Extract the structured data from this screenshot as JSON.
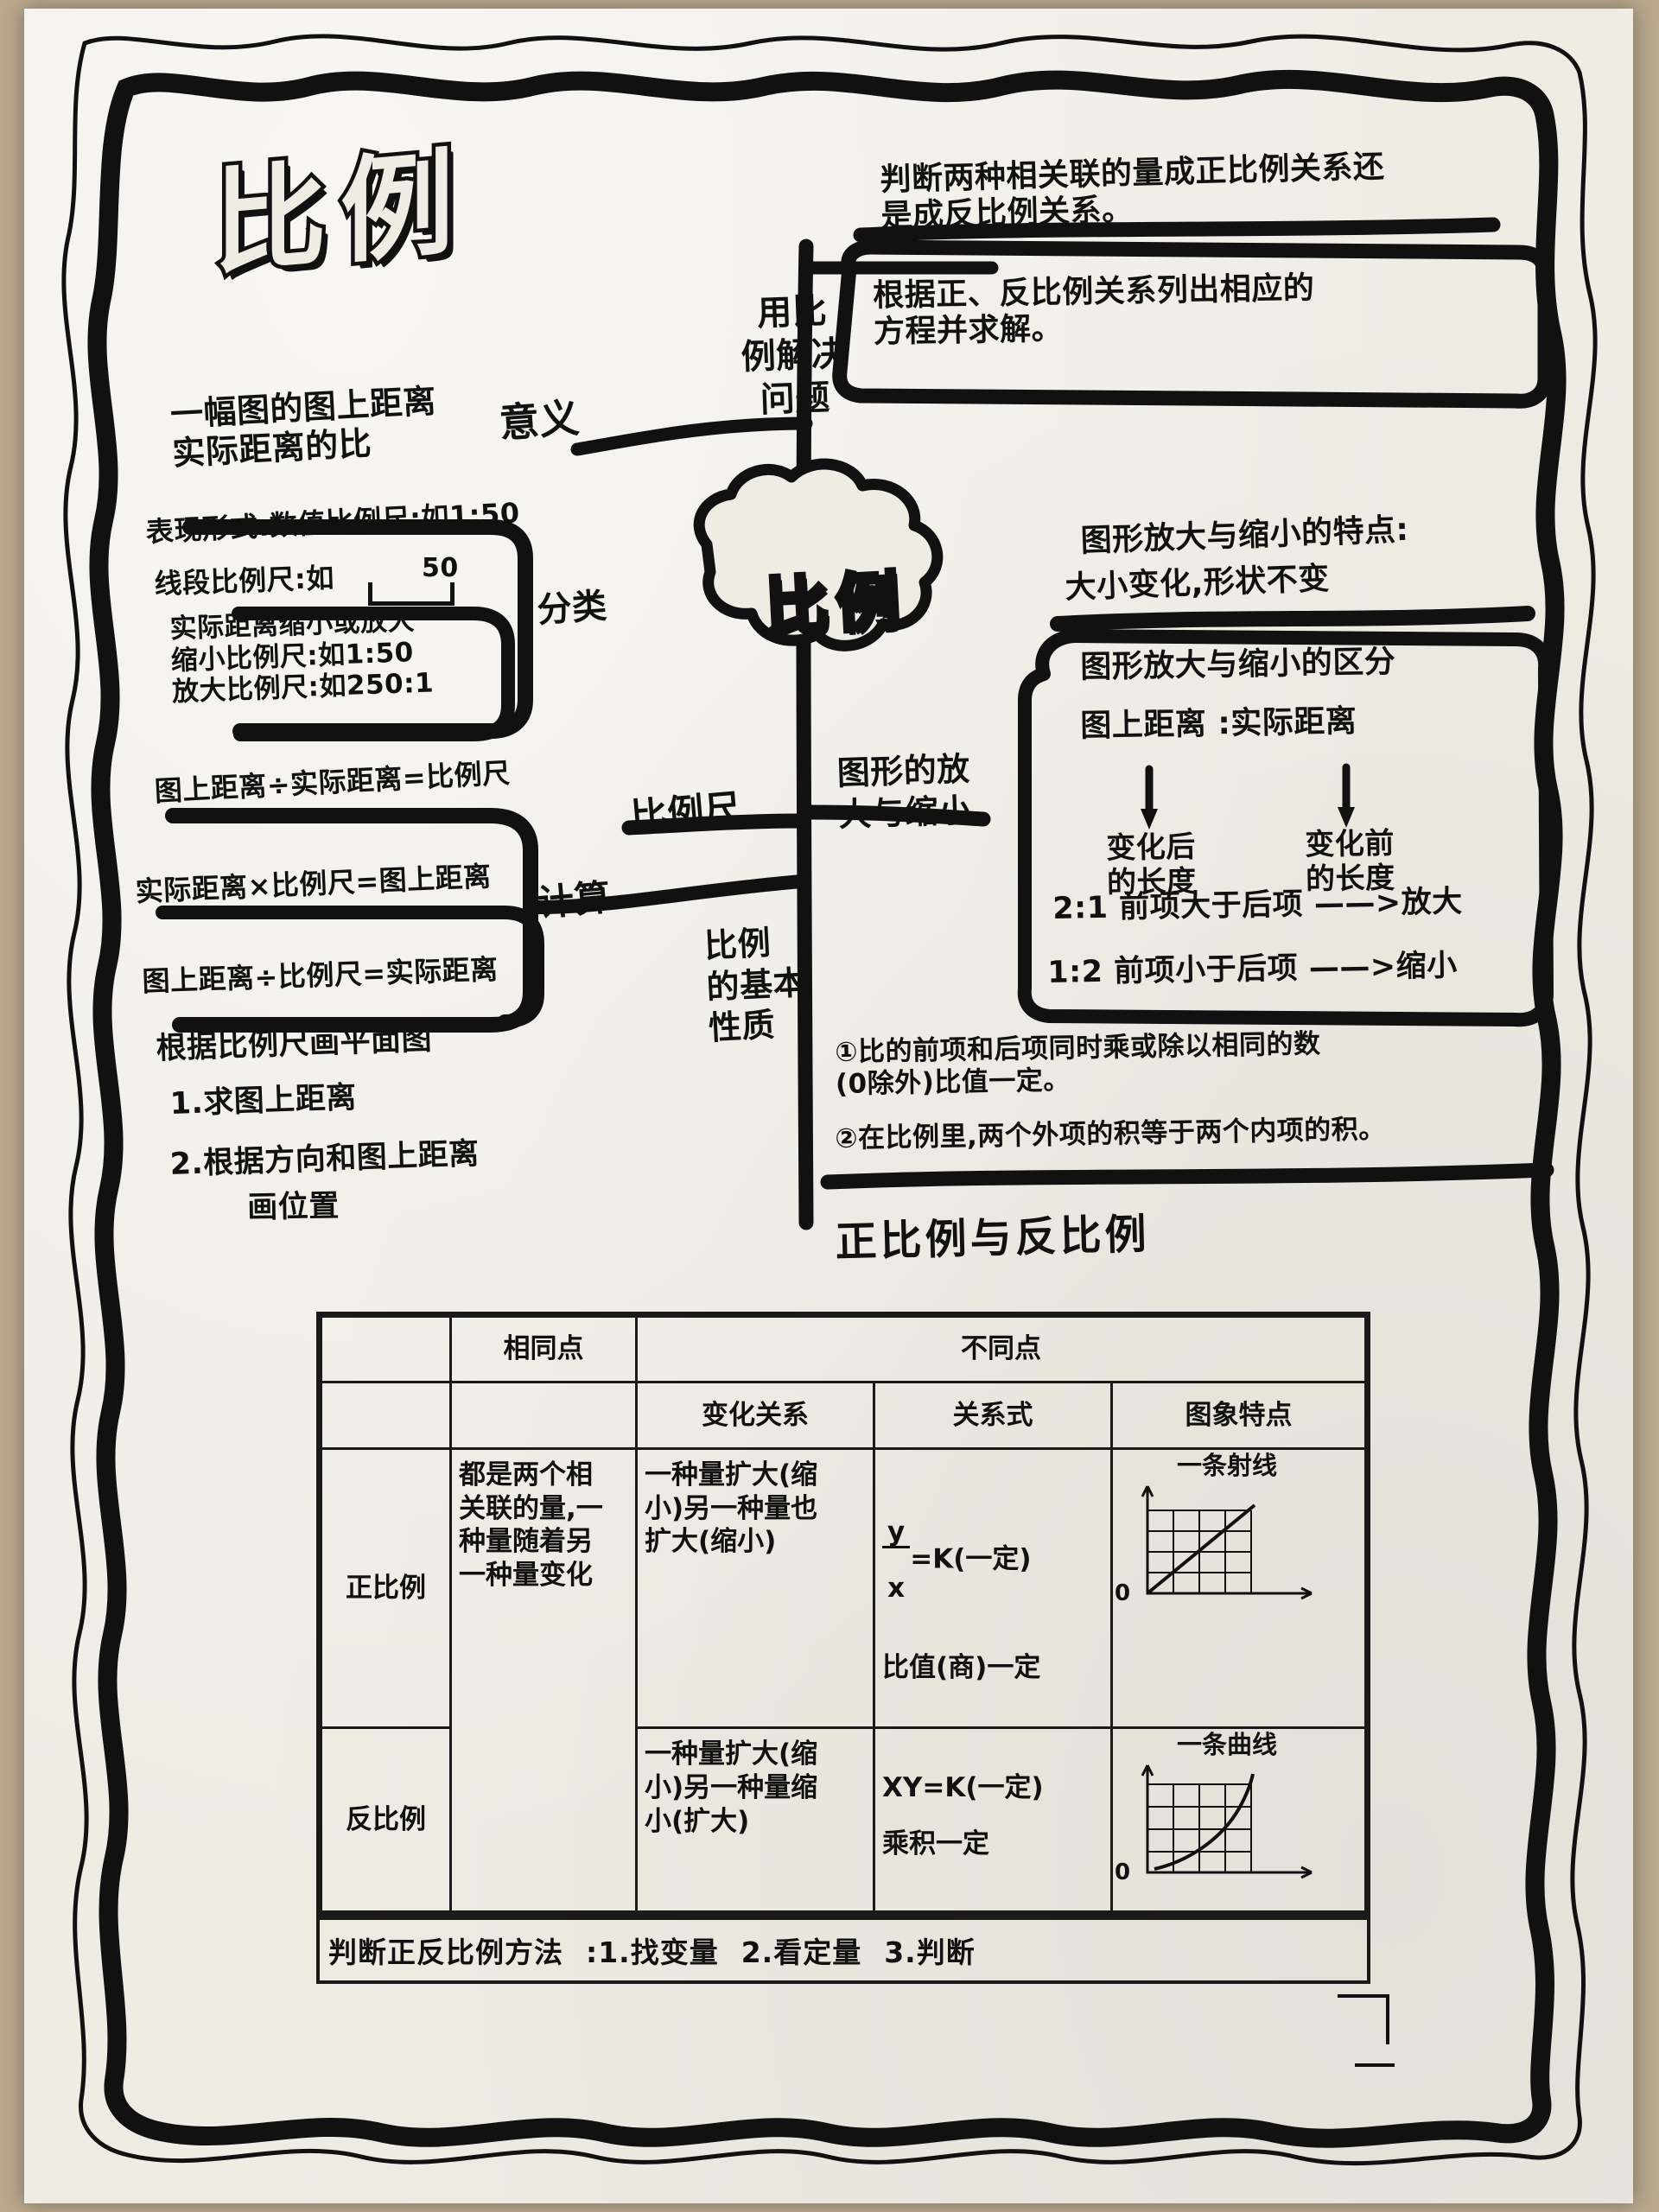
{
  "title": "比例",
  "center_node": "比例",
  "branches": {
    "yi_yi": "意义",
    "fen_lei": "分类",
    "ji_suan": "计算",
    "bi_li_chi": "比例尺",
    "yong_bi_li_jie_jue_wen_ti": "用比\n例解决\n问题",
    "tu_xing_fang_da_yu_suo_xiao": "图形的放\n大与缩小",
    "bi_li_de_ji_ben_xing_zhi": "比例\n的基本\n性质",
    "zheng_fan_bi_li": "正比例与反比例"
  },
  "left_column": {
    "meaning": "一幅图的图上距离\n实际距离的比",
    "forms": "表现形式:数值比例尺:如1:50",
    "forms_line2": "线段比例尺:如",
    "forms_scale_num": "50",
    "classify_box": "实际距离缩小或放大\n  缩小比例尺:如1:50\n 放大比例尺:如250:1",
    "formula_1": "图上距离÷实际距离=比例尺",
    "formula_2": "实际距离×比例尺=图上距离",
    "formula_3": "图上距离÷比例尺=实际距离",
    "draw_plan_title": "根据比例尺画平面图",
    "draw_plan_1": "1.求图上距离",
    "draw_plan_2": "2.根据方向和图上距离",
    "draw_plan_3": "画位置"
  },
  "top_right": {
    "judge": "判断两种相关联的量成正比例关系还\n是成反比例关系。",
    "equation": "根据正、反比例关系列出相应的\n方程并求解。"
  },
  "right_column": {
    "feature_title": "图形放大与缩小的特点:",
    "feature_body": "大小变化,形状不变",
    "distinguish_title": "图形放大与缩小的区分",
    "distinguish_ratio": "图上距离 :实际距离",
    "after_label": "变化后\n的长度",
    "before_label": "变化前\n的长度",
    "rule_enlarge": "2:1 前项大于后项 ——>放大",
    "rule_reduce": "1:2 前项小于后项 ——>缩小",
    "property_1": "①比的前项和后项同时乘或除以相同的数\n(0除外)比值一定。",
    "property_2": "②在比例里,两个外项的积等于两个内项的积。"
  },
  "chart_data": {
    "type": "table",
    "title": "正比例与反比例",
    "columns": [
      "",
      "相同点",
      "不同点"
    ],
    "sub_columns": [
      "变化关系",
      "关系式",
      "图象特点"
    ],
    "rows": [
      {
        "name": "正比例",
        "same": "都是两个相\n关联的量,一\n种量随着另\n一种量变化",
        "change": "一种量扩大(缩\n小)另一种量也\n扩大(缩小)",
        "formula_num": "y",
        "formula_den": "x",
        "formula_tail": "=K(一定)",
        "formula_note": "比值(商)一定",
        "graph_caption": "一条射线",
        "graph_type": "ray"
      },
      {
        "name": "反比例",
        "same": "",
        "change": "一种量扩大(缩\n小)另一种量缩\n小(扩大)",
        "formula_num": "",
        "formula_den": "",
        "formula_tail": "XY=K(一定)",
        "formula_note": "乘积一定",
        "graph_caption": "一条曲线",
        "graph_type": "curve"
      }
    ],
    "axis_origin_label": "0",
    "footer_label": "判断正反比例方法",
    "footer_steps": [
      ":1.找变量",
      "2.看定量",
      "3.判断"
    ]
  },
  "colors": {
    "paper": "#efece4",
    "desk": "#b9a88e",
    "ink": "#111111"
  }
}
